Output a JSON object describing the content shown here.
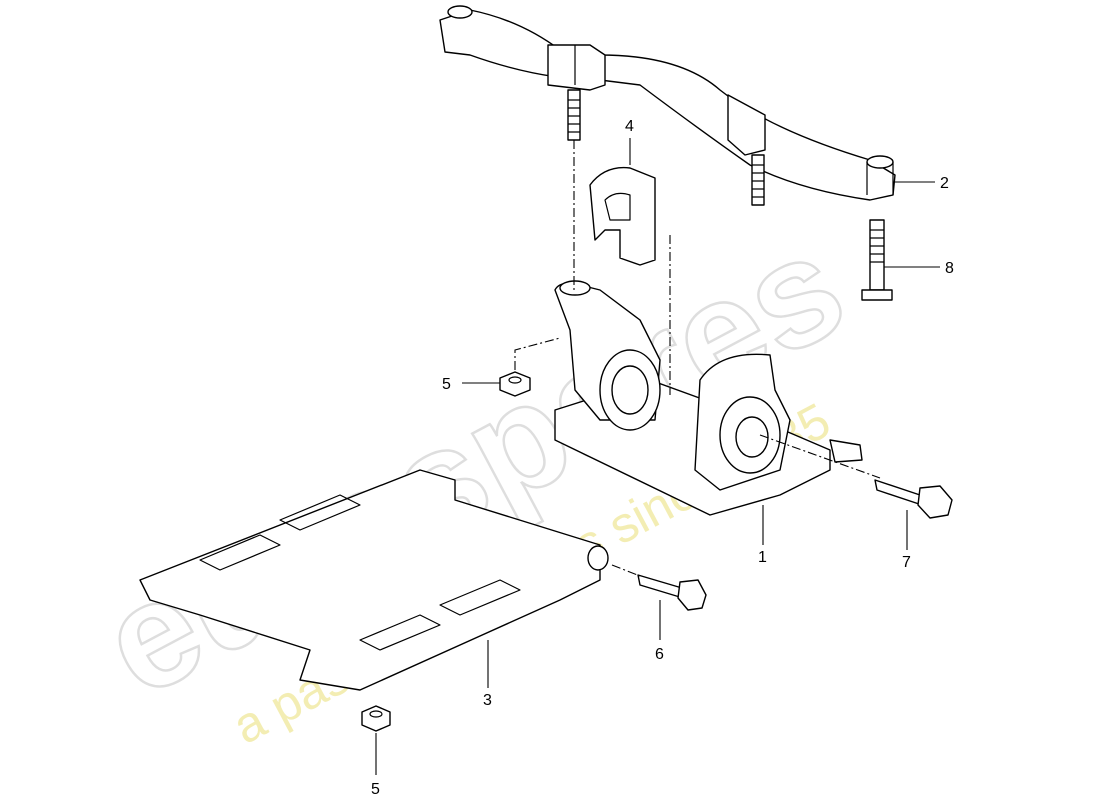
{
  "watermark": {
    "brand": "eurospares",
    "tagline": "a passion for parts since 1985",
    "brand_color": "#d9d9d9",
    "tagline_color": "#efe89a"
  },
  "callouts": [
    {
      "id": "part-1",
      "label": "1"
    },
    {
      "id": "part-2",
      "label": "2"
    },
    {
      "id": "part-3",
      "label": "3"
    },
    {
      "id": "part-4",
      "label": "4"
    },
    {
      "id": "part-5-upper",
      "label": "5"
    },
    {
      "id": "part-5-lower",
      "label": "5"
    },
    {
      "id": "part-6",
      "label": "6"
    },
    {
      "id": "part-7",
      "label": "7"
    },
    {
      "id": "part-8",
      "label": "8"
    }
  ]
}
